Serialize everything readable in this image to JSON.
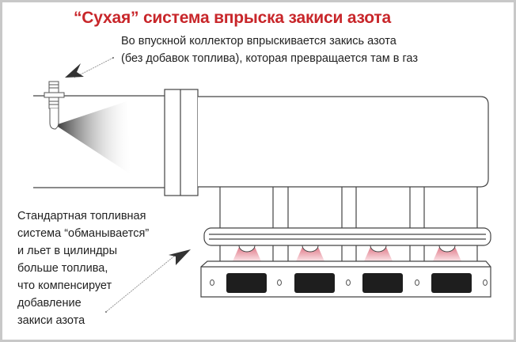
{
  "title": "“Сухая” система впрыска закиси азота",
  "annotation_top": {
    "lines": [
      "Во впускной коллектор впрыскивается закись азота",
      "(без добавок топлива), которая превращается там в газ"
    ]
  },
  "annotation_bottom": {
    "lines": [
      "Стандартная топливная",
      "система “обманывается”",
      "и льет в цилиндры",
      "больше топлива,",
      "что компенсирует",
      "добавление",
      "закиси азота"
    ]
  },
  "colors": {
    "title": "#c8262a",
    "spray_fuel": "#e8a0a8",
    "port": "#1e1e1e"
  }
}
